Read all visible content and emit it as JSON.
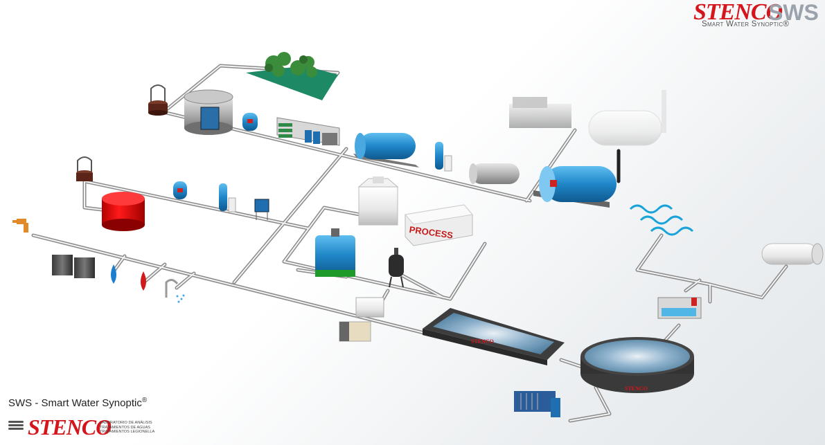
{
  "header_logo": {
    "brand": "STENCO",
    "product": "SWS",
    "tagline": "Smart Water Synoptic®"
  },
  "caption": {
    "text": "SWS - Smart Water Synoptic",
    "mark": "®"
  },
  "footer_logo": {
    "brand": "STENCO",
    "lines": [
      "LABORATORIO DE ANÁLISIS",
      "TRATAMIENTOS DE AGUAS",
      "TRATAMIENTOS LEGIONELLA"
    ]
  },
  "equipment_labels": {
    "process_box": "PROCESS",
    "tank_badge": "STENCO"
  },
  "colors": {
    "pipe": "#9a9a9a",
    "brand_red": "#d4151b",
    "tank_blue": "#2a8fd0",
    "water": "#1aa3d8"
  }
}
